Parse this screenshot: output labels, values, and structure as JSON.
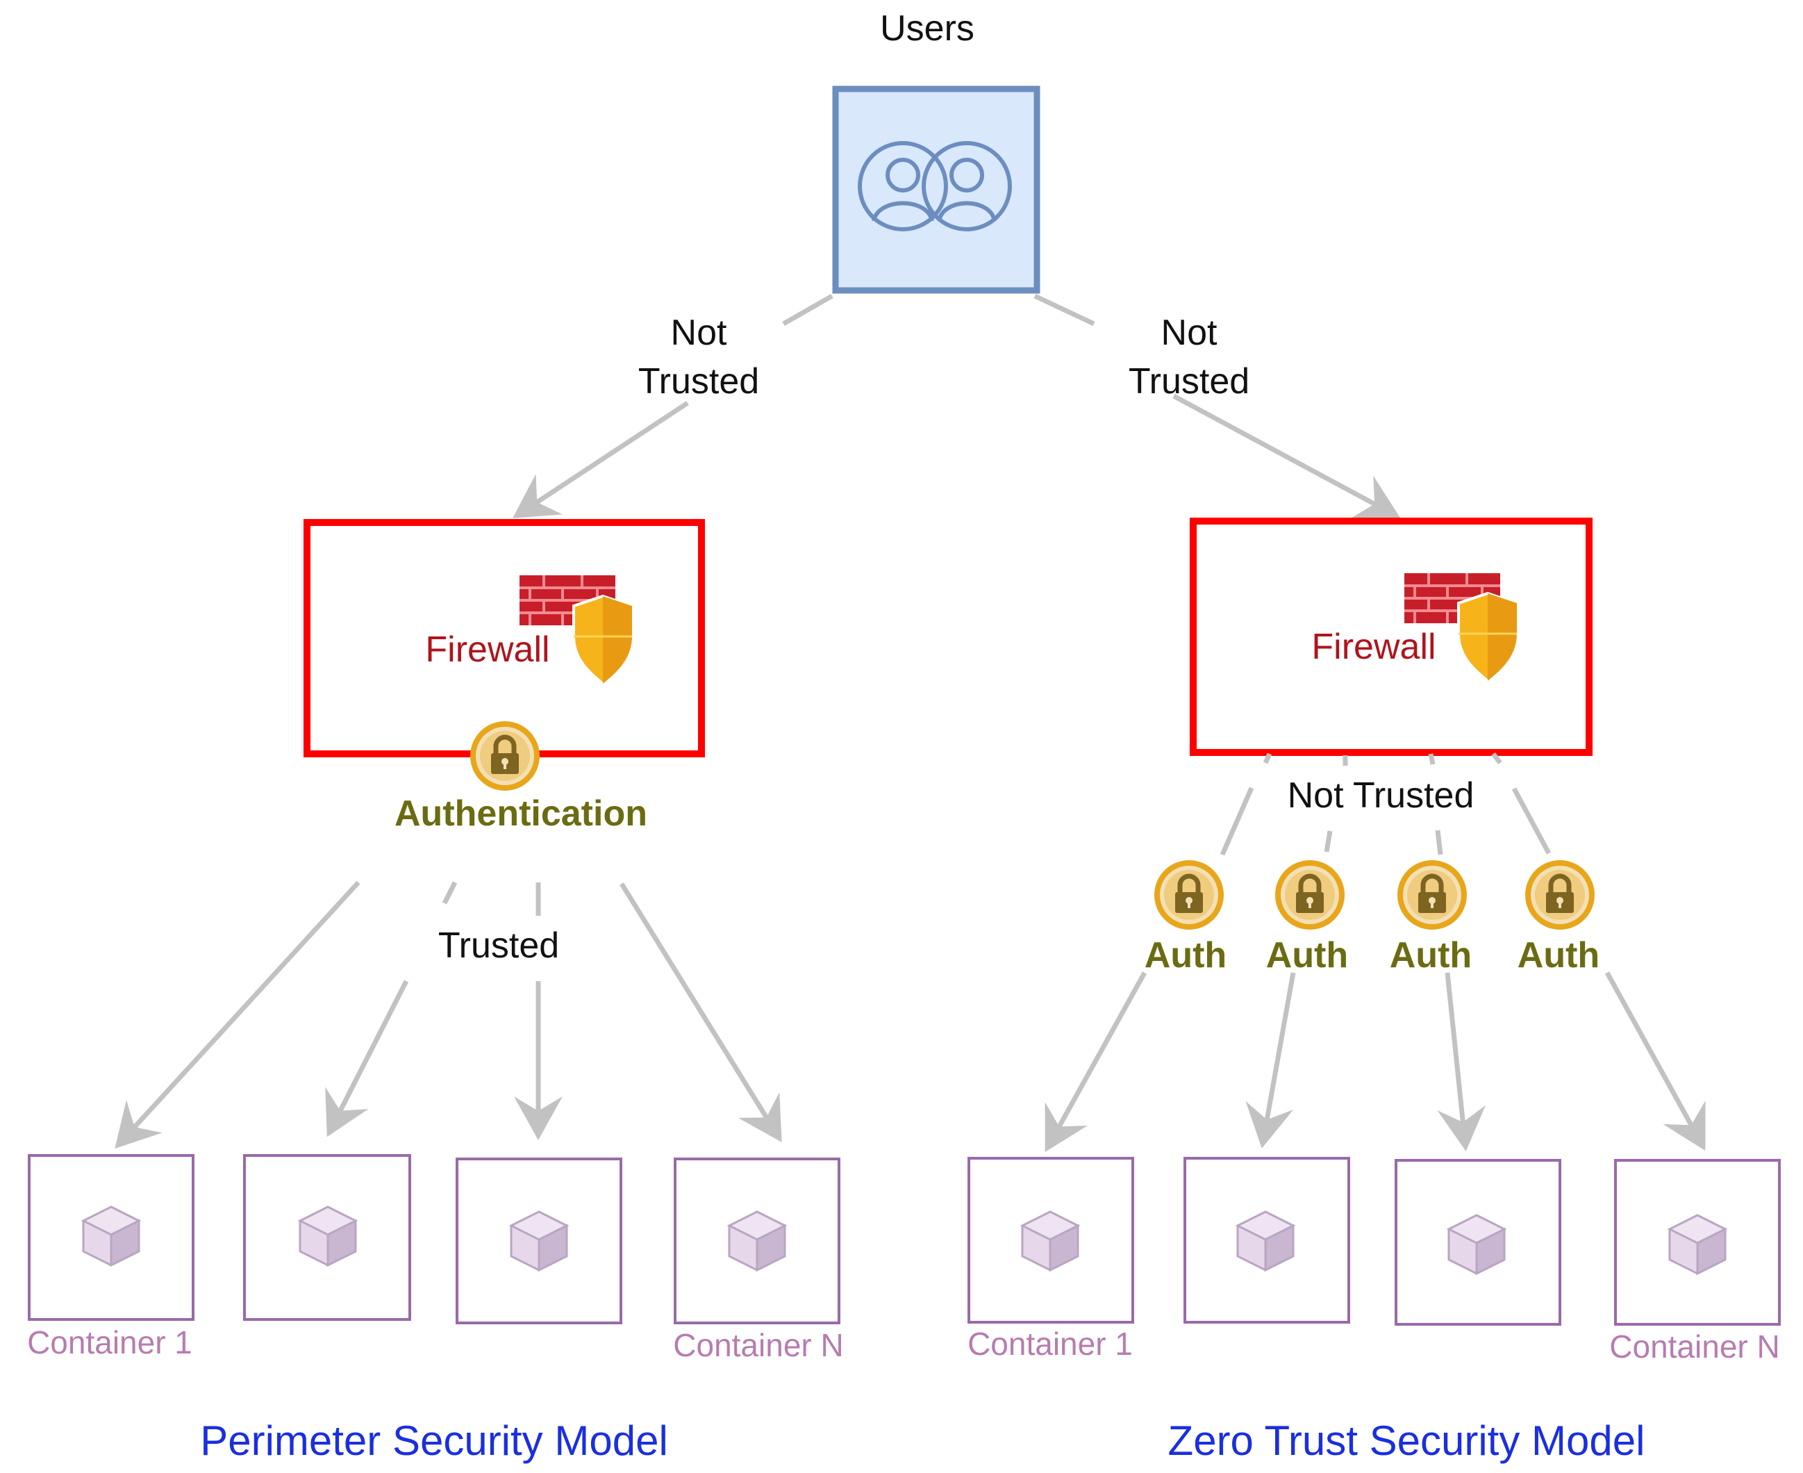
{
  "users": {
    "title": "Users"
  },
  "edges": {
    "left_top": "Not Trusted",
    "right_top": "Not Trusted",
    "left_bottom": "Trusted",
    "right_bottom": "Not Trusted"
  },
  "perimeter": {
    "firewall_label": "Firewall",
    "auth_label": "Authentication",
    "containers": [
      {
        "label": "Container 1"
      },
      {
        "label": ""
      },
      {
        "label": ""
      },
      {
        "label": "Container N"
      }
    ],
    "title": "Perimeter Security Model"
  },
  "zero_trust": {
    "firewall_label": "Firewall",
    "auth_labels": [
      "Auth",
      "Auth",
      "Auth",
      "Auth"
    ],
    "containers": [
      {
        "label": "Container 1"
      },
      {
        "label": ""
      },
      {
        "label": ""
      },
      {
        "label": "Container N"
      }
    ],
    "title": "Zero Trust Security Model"
  },
  "colors": {
    "firewall_border": "#ff0000",
    "users_fill": "#dae8fc",
    "users_border": "#6c8ebf",
    "container_border": "#9a6aa8",
    "lock_gold": "#d9a216",
    "title_blue": "#1a2fe0"
  },
  "icons": {
    "users": "users-icon",
    "firewall": "firewall-icon",
    "shield": "shield-icon",
    "lock": "lock-icon",
    "cube": "cube-icon"
  }
}
